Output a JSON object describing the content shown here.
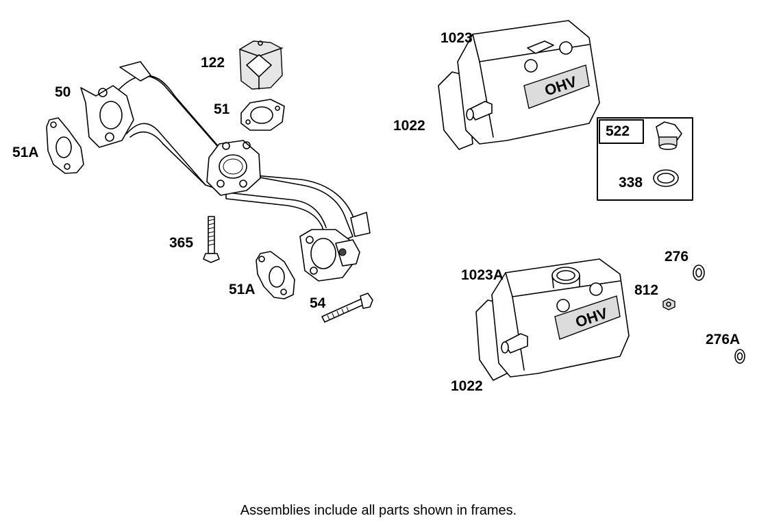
{
  "diagram": {
    "labels": {
      "p50": "50",
      "p51A_left": "51A",
      "p122": "122",
      "p51": "51",
      "p365": "365",
      "p51A_lower": "51A",
      "p54": "54",
      "p1023": "1023",
      "p1022_top": "1022",
      "p522": "522",
      "p338": "338",
      "p1023A": "1023A",
      "p1022_bottom": "1022",
      "p276": "276",
      "p812": "812",
      "p276A": "276A"
    },
    "cover_emblem_text": "OHV",
    "footnote": "Assemblies include all parts shown in frames."
  }
}
